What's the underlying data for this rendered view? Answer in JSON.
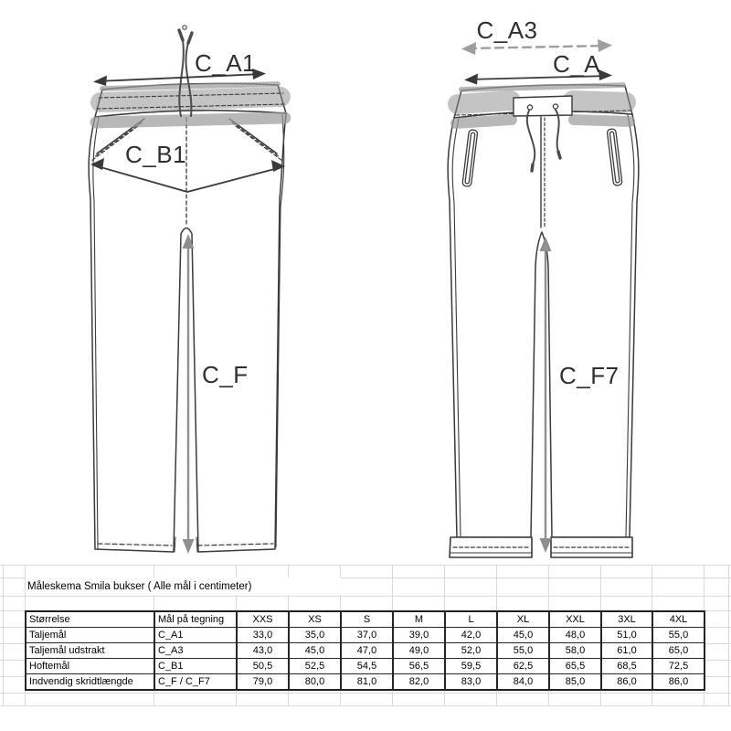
{
  "sheet": {
    "title": "Måleskema Smila bukser ( Alle mål i centimeter)"
  },
  "table": {
    "columns": [
      "Størrelse",
      "Mål på tegning",
      "XXS",
      "XS",
      "S",
      "M",
      "L",
      "XL",
      "XXL",
      "3XL",
      "4XL"
    ],
    "rows": [
      {
        "name": "Taljemål",
        "ref": "C_A1",
        "values": [
          "33,0",
          "35,0",
          "37,0",
          "39,0",
          "42,0",
          "45,0",
          "48,0",
          "51,0",
          "55,0"
        ]
      },
      {
        "name": "Taljemål udstrakt",
        "ref": "C_A3",
        "values": [
          "43,0",
          "45,0",
          "47,0",
          "49,0",
          "52,0",
          "55,0",
          "58,0",
          "61,0",
          "65,0"
        ]
      },
      {
        "name": "Hoftemål",
        "ref": "C_B1",
        "values": [
          "50,5",
          "52,5",
          "54,5",
          "56,5",
          "59,5",
          "62,5",
          "65,5",
          "68,5",
          "72,5"
        ]
      },
      {
        "name": "Indvendig skridtlængde",
        "ref": "C_F / C_F7",
        "values": [
          "79,0",
          "80,0",
          "81,0",
          "82,0",
          "83,0",
          "84,0",
          "85,0",
          "86,0",
          "86,0"
        ]
      }
    ]
  },
  "drawings": {
    "left_pants": {
      "waist_label": "C_A1",
      "hip_label": "C_B1",
      "inseam_label": "C_F"
    },
    "right_pants": {
      "stretched_waist_label": "C_A3",
      "waist_label": "C_A",
      "inseam_label": "C_F7"
    }
  },
  "colors": {
    "line": "#3a3a3a",
    "measure_arrow_gray": "#8f8f8f",
    "stretched_arrow_gray": "#9e9e9e",
    "grid_line": "#dadada",
    "table_border": "#1f1f1f"
  }
}
